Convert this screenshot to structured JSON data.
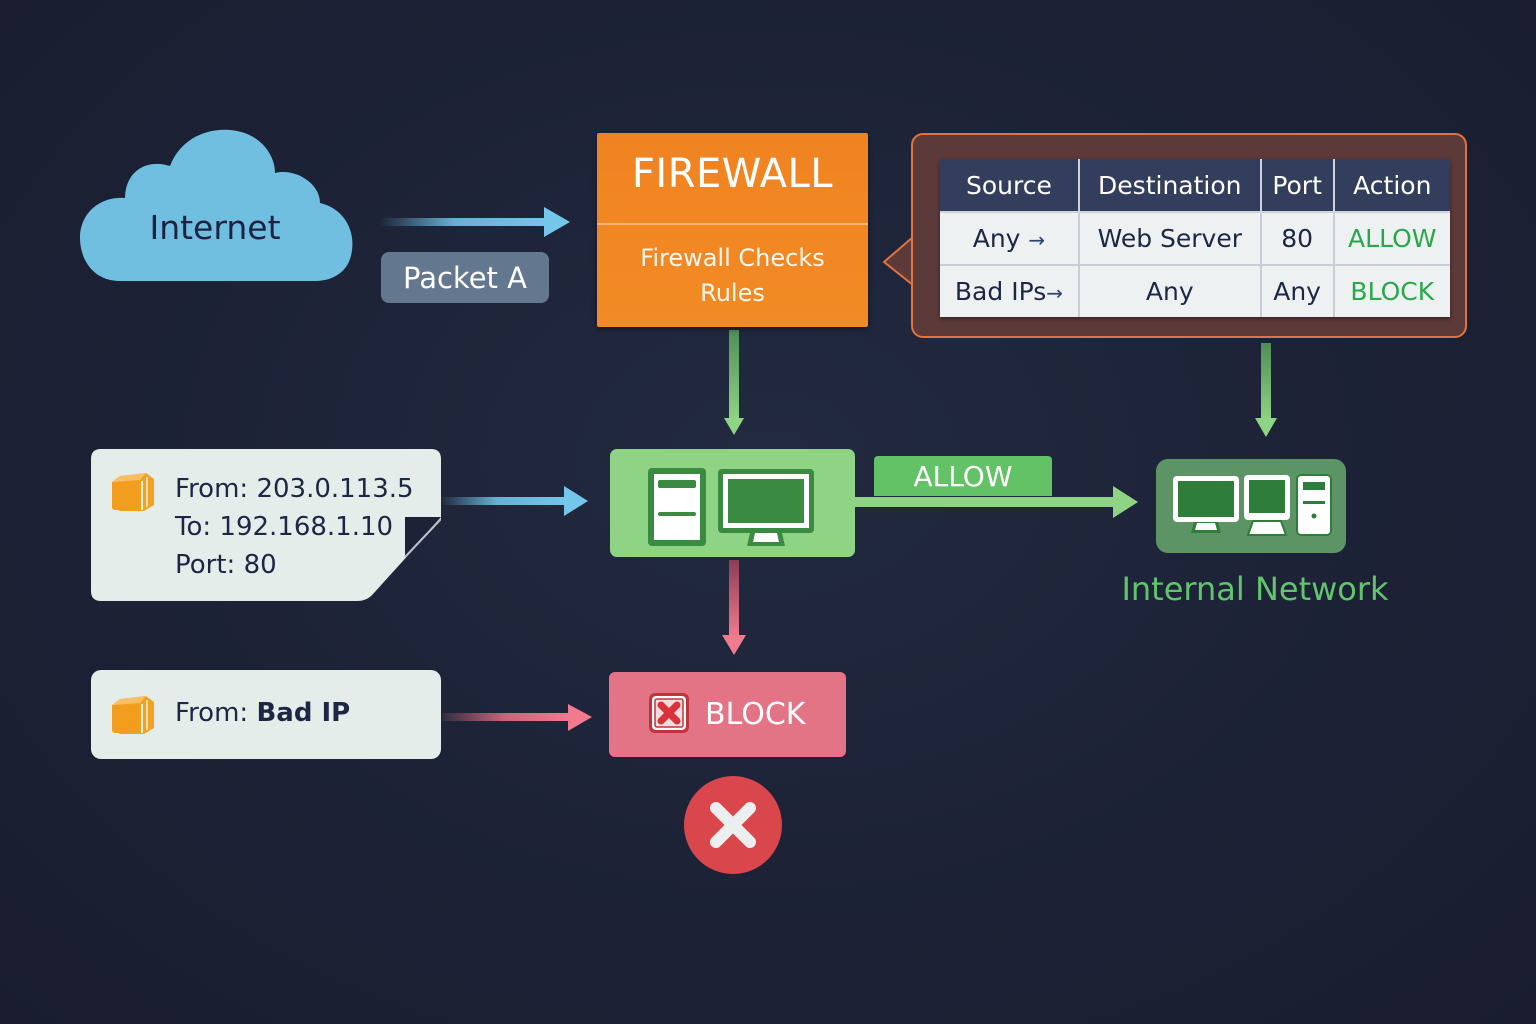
{
  "internet": {
    "label": "Internet",
    "icon": "cloud-icon"
  },
  "packet_a": {
    "label": "Packet A"
  },
  "firewall": {
    "title": "FIREWALL",
    "subtitle_line1": "Firewall Checks",
    "subtitle_line2": "Rules"
  },
  "rules": {
    "headers": [
      "Source",
      "Destination",
      "Port",
      "Action"
    ],
    "rows": [
      {
        "source": "Any",
        "arrow": "→",
        "destination": "Web Server",
        "port": "80",
        "action": "ALLOW"
      },
      {
        "source": "Bad IPs",
        "arrow": "→",
        "destination": "Any",
        "port": "Any",
        "action": "BLOCK"
      }
    ]
  },
  "packet_1": {
    "from": "From: 203.0.113.5",
    "to": "To: 192.168.1.10",
    "port": "Port: 80",
    "icon": "package-icon"
  },
  "packet_2": {
    "from_prefix": "From: ",
    "from_value": "Bad IP",
    "icon": "package-icon"
  },
  "inspector": {
    "icons": [
      "server-icon",
      "monitor-icon"
    ]
  },
  "allow_tag": {
    "label": "ALLOW"
  },
  "internal_network": {
    "label": "Internal Network",
    "icons": [
      "monitor-icon",
      "desktop-icon",
      "tower-icon"
    ]
  },
  "block": {
    "label": "BLOCK",
    "icon": "block-x-icon",
    "result_icon": "reject-circle-icon"
  },
  "colors": {
    "background": "#1c2135",
    "firewall_orange": "#f08321",
    "allow_green": "#62c265",
    "block_red": "#e27486",
    "packet_blue": "#6ec0e4",
    "table_header": "#333d5c"
  }
}
